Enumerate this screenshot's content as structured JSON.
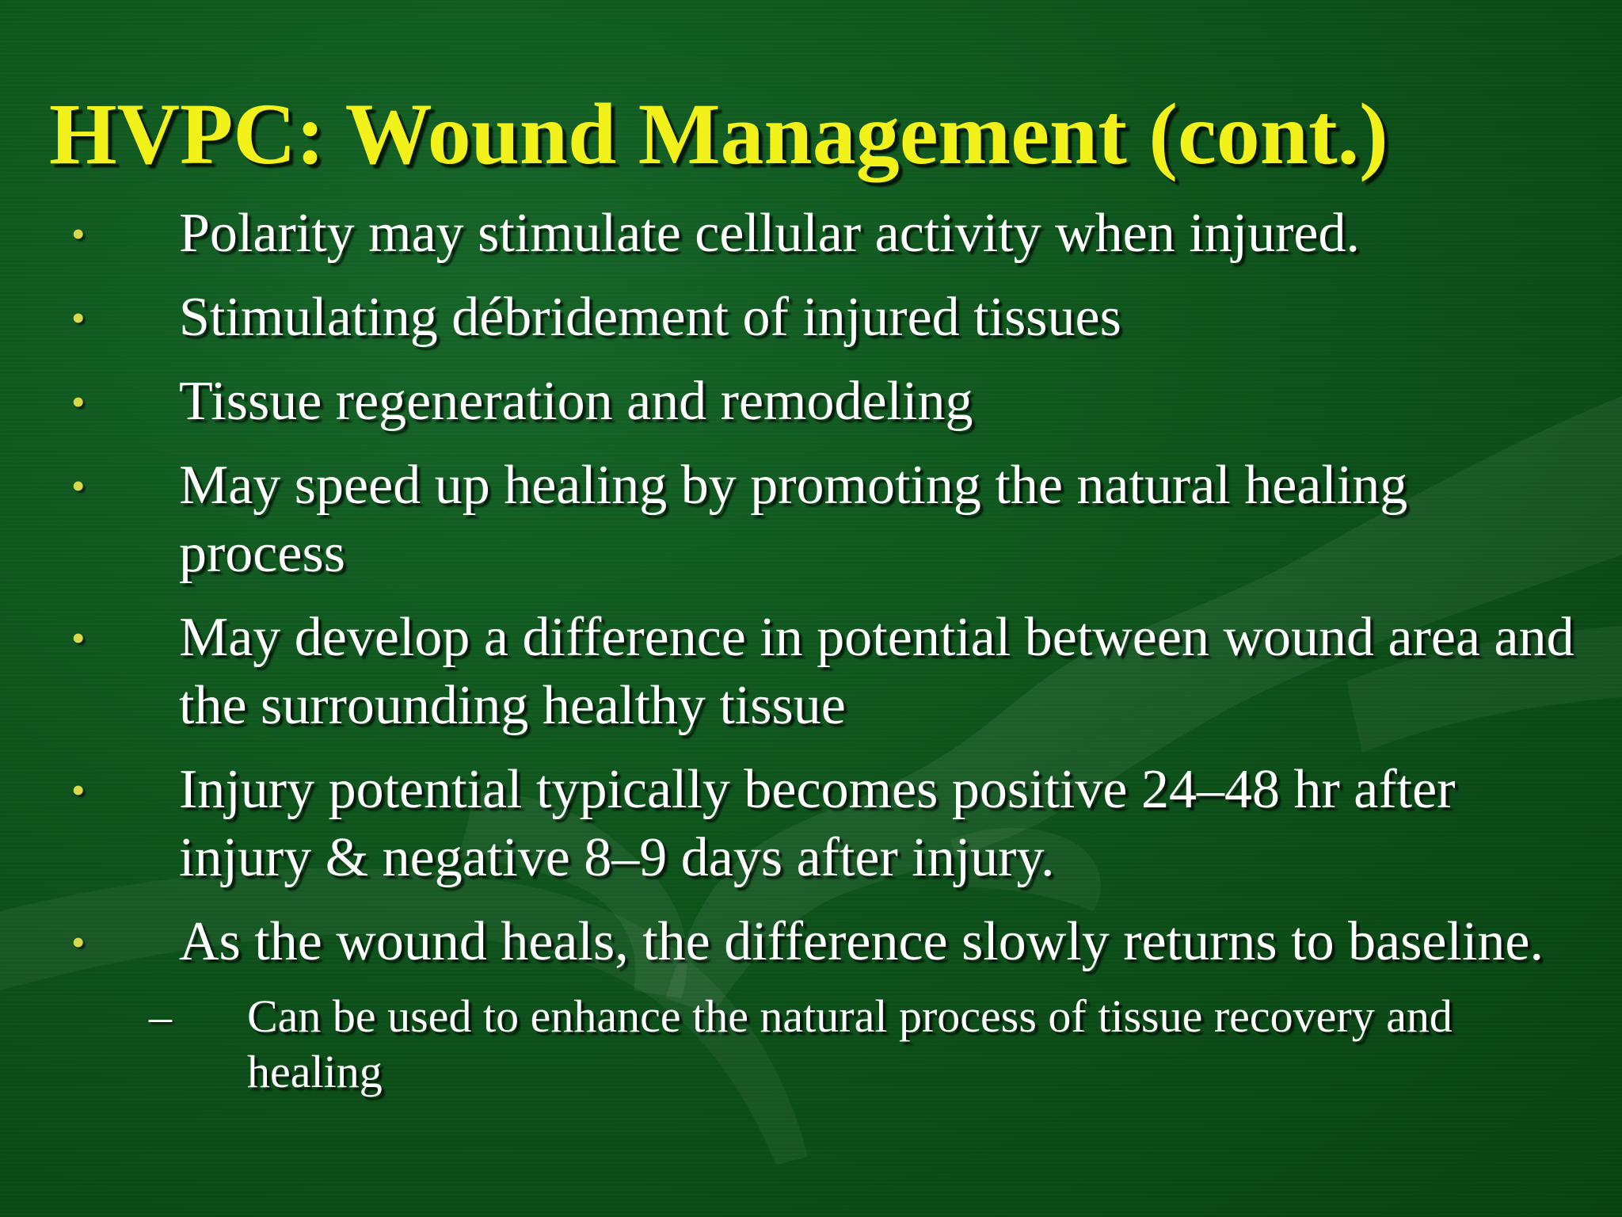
{
  "slide": {
    "title": "HVPC: Wound Management (cont.)",
    "bullet_marker": "•",
    "sub_marker": "–",
    "bullets": [
      "Polarity may stimulate cellular activity when injured.",
      "Stimulating débridement of injured tissues",
      "Tissue regeneration and remodeling",
      "May speed up healing by promoting the natural healing process",
      "May develop a difference in potential between wound area and the surrounding healthy tissue",
      "Injury potential typically becomes positive 24–48 hr after injury & negative 8–9 days after injury.",
      "As the wound heals, the difference slowly returns to baseline."
    ],
    "sub_bullets": [
      "Can be used to enhance the natural process of tissue recovery and healing"
    ]
  },
  "colors": {
    "background": "#0d4f18",
    "title": "#f2f21a",
    "body_text": "#ffffff",
    "bullet": "#d9d94a"
  }
}
